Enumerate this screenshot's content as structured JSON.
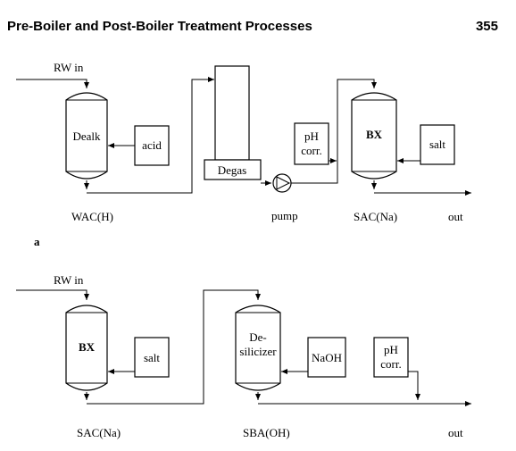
{
  "header": {
    "title": "Pre-Boiler and Post-Boiler Treatment Processes",
    "page_number": "355"
  },
  "diagram_a": {
    "panel_label": "a",
    "inlet": "RW in",
    "column1_inner": "Dealk",
    "column1_caption": "WAC(H)",
    "acid_box": "acid",
    "degas_box": "Degas",
    "pump_caption": "pump",
    "ph_box_line1": "pH",
    "ph_box_line2": "corr.",
    "column2_inner": "BX",
    "column2_caption": "SAC(Na)",
    "salt_box": "salt",
    "outlet": "out"
  },
  "diagram_b": {
    "inlet": "RW in",
    "column1_inner": "BX",
    "column1_caption": "SAC(Na)",
    "salt_box": "salt",
    "column2_inner_line1": "De-",
    "column2_inner_line2": "silicizer",
    "column2_caption": "SBA(OH)",
    "naoh_box": "NaOH",
    "ph_box_line1": "pH",
    "ph_box_line2": "corr.",
    "outlet": "out"
  }
}
